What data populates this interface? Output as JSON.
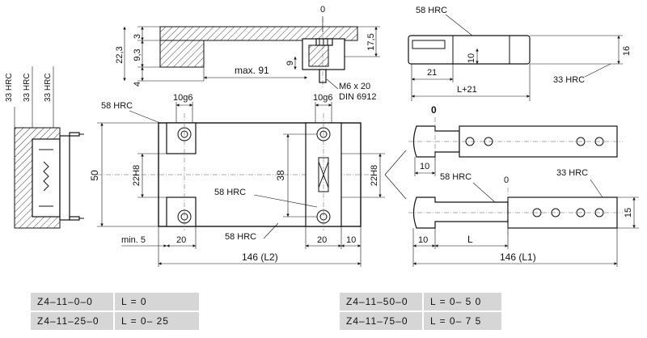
{
  "labels": {
    "zero": "0",
    "zero_bold": "0",
    "hrc33": "33 HRC",
    "hrc58": "58 HRC",
    "max91": "max. 91",
    "screw_line1": "M6 x 20",
    "screw_line2": "DIN 6912",
    "min5": "min. 5",
    "L": "L",
    "Lplus21": "L+21",
    "L2": "146 (L2)",
    "L1": "146 (L1)",
    "fit_g6": "10g6",
    "fit_H8": "22H8"
  },
  "dims": {
    "d22_3": "22,3",
    "d3": "3",
    "d9_3": "9,3",
    "d4": "4",
    "d9": "9",
    "d17_5": "17,5",
    "d16": "16",
    "d10": "10",
    "d21": "21",
    "d50": "50",
    "d38": "38",
    "d20": "20",
    "d15": "15"
  },
  "table_left": [
    {
      "code": "Z4–11–0–0",
      "range": "L = 0"
    },
    {
      "code": "Z4–11–25–0",
      "range": "L = 0– 25"
    }
  ],
  "table_right": [
    {
      "code": "Z4–11–50–0",
      "range": "L = 0– 5 0"
    },
    {
      "code": "Z4–11–75–0",
      "range": "L = 0– 7 5"
    }
  ]
}
